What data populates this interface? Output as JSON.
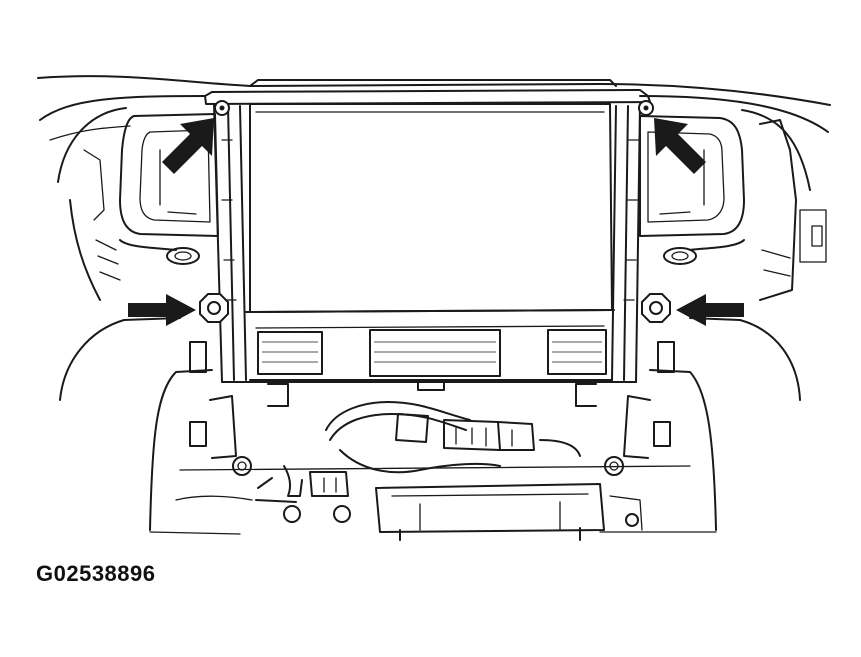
{
  "figure": {
    "id_label": "G02538896"
  },
  "colors": {
    "ink": "#1a1a1a",
    "paper": "#ffffff"
  },
  "callouts": [
    {
      "name": "arrow-upper-left",
      "points_to": "upper-left-screw"
    },
    {
      "name": "arrow-upper-right",
      "points_to": "upper-right-screw"
    },
    {
      "name": "arrow-lower-left",
      "points_to": "lower-left-bolt"
    },
    {
      "name": "arrow-lower-right",
      "points_to": "lower-right-bolt"
    }
  ]
}
